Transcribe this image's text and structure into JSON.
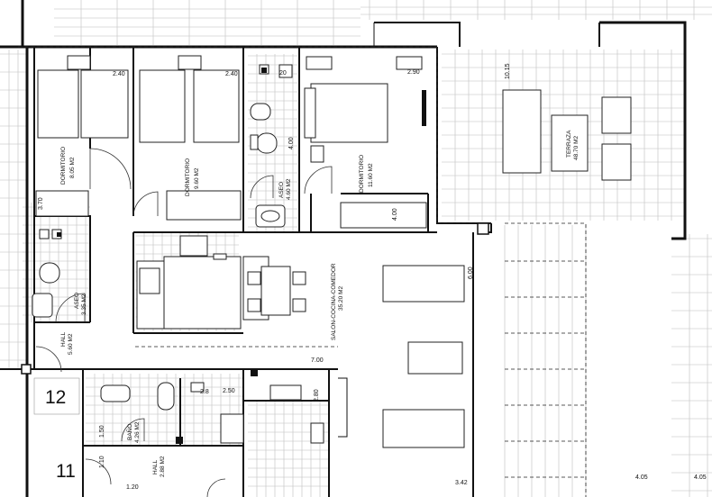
{
  "plan": {
    "rooms": [
      {
        "id": "dorm1",
        "name": "DORMITORIO",
        "area": "8.05 M2"
      },
      {
        "id": "dorm2",
        "name": "DORMITORIO",
        "area": "9.60 M2"
      },
      {
        "id": "aseo1",
        "name": "ASEO",
        "area": "4.60 M2"
      },
      {
        "id": "dorm3",
        "name": "DORMITORIO",
        "area": "11.60 M2"
      },
      {
        "id": "terraza",
        "name": "TERRAZA",
        "area": "48.70 M2"
      },
      {
        "id": "salon",
        "name": "SALON-COCINA-COMEDOR",
        "area": "35.20 M2"
      },
      {
        "id": "aseo2",
        "name": "ASEO",
        "area": "3.35 M2"
      },
      {
        "id": "hall1",
        "name": "HALL",
        "area": "5.60 M2"
      },
      {
        "id": "bano",
        "name": "BAÑO",
        "area": "4.26 M2"
      },
      {
        "id": "hall2",
        "name": "HALL",
        "area": "2.88 M2"
      }
    ],
    "dims": {
      "d240a": "2.40",
      "d240b": "2.40",
      "d20": "20",
      "d290": "2.90",
      "d1015": "10.15",
      "d400a": "4.00",
      "d400b": "4.00",
      "d370": "3.70",
      "d600": "6.00",
      "d700": "7.00",
      "d250": "2.50",
      "d28": "2.8",
      "d280": "2.80",
      "d150": "1.50",
      "d110": "1.10",
      "d120": "1.20",
      "d342": "3.42",
      "d405a": "4.05",
      "d405b": "4.05"
    },
    "unit_numbers": [
      "12",
      "11"
    ]
  }
}
